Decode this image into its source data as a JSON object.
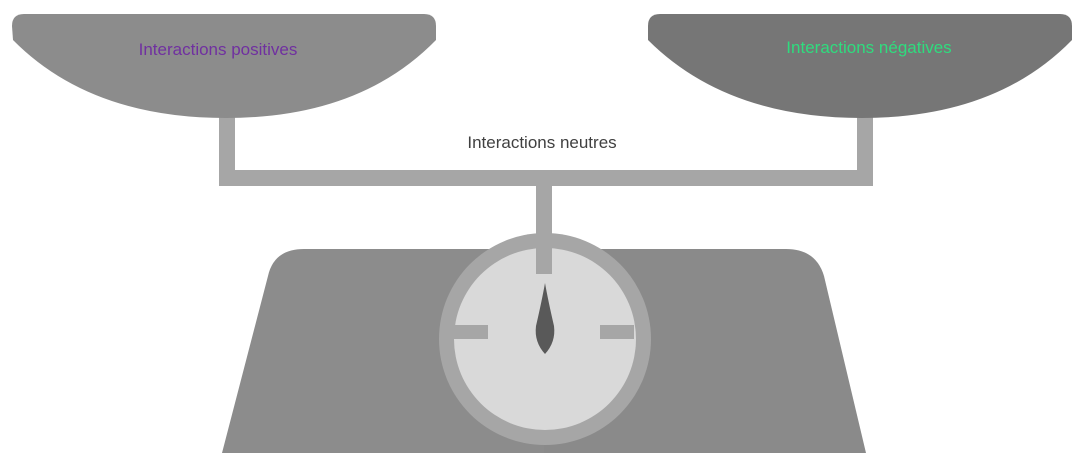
{
  "colors": {
    "positive_label": "#7030a0",
    "negative_label": "#2fdc7e",
    "neutral_label": "#404040",
    "left_pan": "#8c8c8c",
    "right_pan": "#767676",
    "frame": "#a6a6a6",
    "base_left": "#8c8c8c",
    "base_right": "#8a8a8a",
    "dial_ring": "#a6a6a6",
    "dial_face": "#d9d9d9",
    "needle": "#595959"
  },
  "labels": {
    "positive": "Interactions positives",
    "negative": "Interactions négatives",
    "neutral": "Interactions neutres"
  },
  "icons": {
    "scale": "balance-scale-icon",
    "dial": "dial-gauge-icon",
    "needle": "needle-icon"
  }
}
